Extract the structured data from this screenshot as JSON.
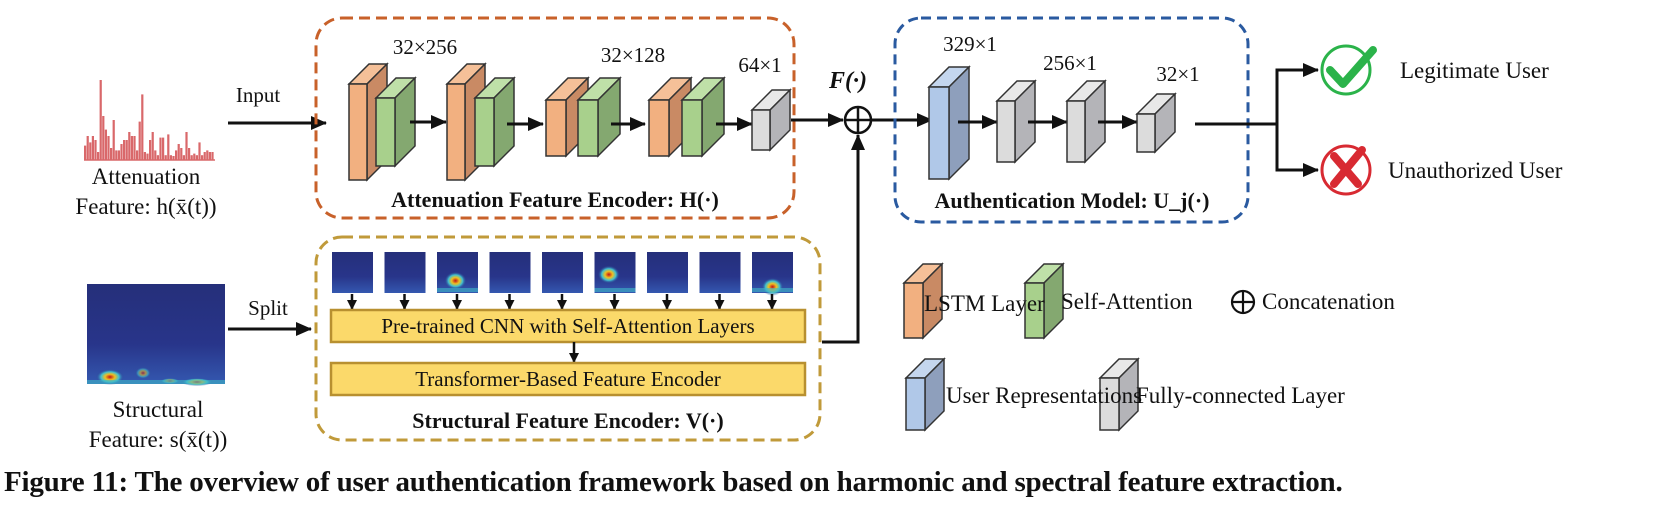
{
  "attenuation_input": {
    "label_line1": "Attenuation",
    "label_line2": "Feature: h(x̄(t))",
    "arrow_label": "Input",
    "bar_color": "#d9686a",
    "bars": [
      0.18,
      0.3,
      0.22,
      0.3,
      0.25,
      0.1,
      1.0,
      0.55,
      0.38,
      0.3,
      0.15,
      0.5,
      0.12,
      0.12,
      0.2,
      0.25,
      0.25,
      0.35,
      0.3,
      0.3,
      0.12,
      0.48,
      0.82,
      0.1,
      0.08,
      0.25,
      0.35,
      0.12,
      0.06,
      0.28,
      0.28,
      0.06,
      0.32,
      0.06,
      0.05,
      0.12,
      0.2,
      0.15,
      0.06,
      0.35,
      0.15,
      0.06,
      0.08,
      0.06,
      0.22,
      0.06,
      0.1,
      0.12,
      0.1,
      0.1
    ]
  },
  "structural_input": {
    "label_line1": "Structural",
    "label_line2": "Feature: s(x̄(t))",
    "arrow_label": "Split"
  },
  "attenuation_encoder": {
    "title": "Attenuation Feature Encoder: H(·)",
    "border_color": "#c8612a",
    "dims": [
      "32×256",
      "32×128",
      "64×1"
    ]
  },
  "concat": {
    "label": "F(·)"
  },
  "structural_encoder": {
    "title": "Structural Feature Encoder: V(·)",
    "border_color": "#c09a3a",
    "cnn_label": "Pre-trained CNN with Self-Attention Layers",
    "transformer_label": "Transformer-Based Feature Encoder",
    "box_fill": "#fbd96a",
    "tile_count": 9
  },
  "auth_model": {
    "title": "Authentication Model: U_j(·)",
    "border_color": "#2a5aa0",
    "dims": [
      "329×1",
      "256×1",
      "32×1"
    ]
  },
  "outputs": {
    "legitimate": "Legitimate User",
    "unauthorized": "Unauthorized User",
    "legit_color": "#2bb34a",
    "unauth_color": "#d82a32"
  },
  "legend": {
    "lstm": "LSTM Layer",
    "self_attention": "Self-Attention",
    "concatenation": "Concatenation",
    "user_repr": "User Representations",
    "fc": "Fully-connected Layer"
  },
  "colors": {
    "lstm_front": "#f2b080",
    "lstm_side": "#c98a64",
    "lstm_top": "#f5c098",
    "att_front": "#a8d08c",
    "att_side": "#84a870",
    "att_top": "#bfe0a8",
    "fc_front": "#dcdcdc",
    "fc_side": "#b4b4b8",
    "fc_top": "#e8e8e8",
    "user_front": "#b0c8e8",
    "user_side": "#8e9fbc",
    "user_top": "#c4d6ee"
  },
  "caption": "Figure 11: The overview of user authentication framework based on harmonic and spectral feature extraction."
}
